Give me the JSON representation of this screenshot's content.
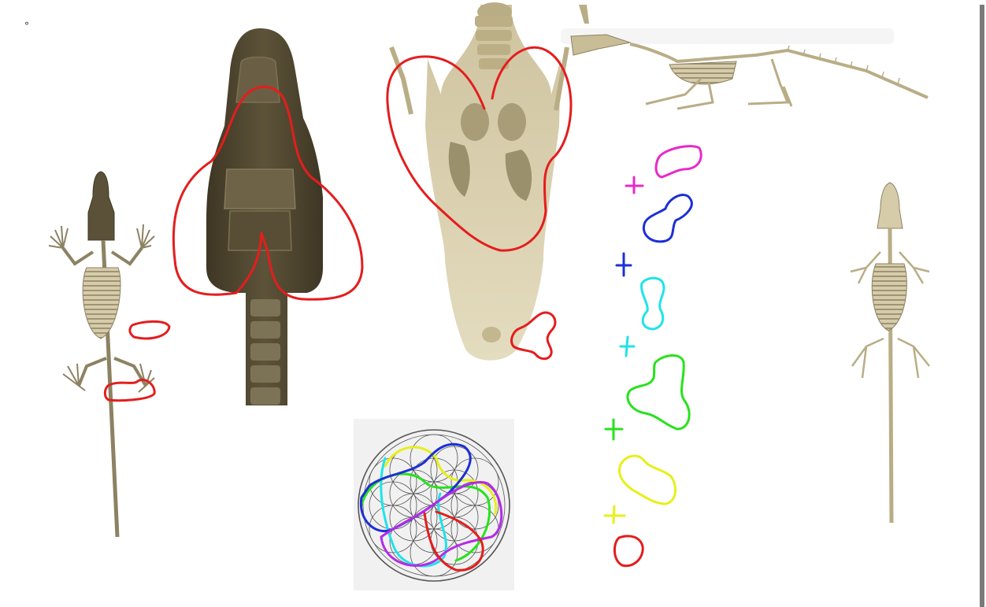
{
  "page": {
    "background": "#ffffff",
    "corner_mark": "°"
  },
  "colors": {
    "bone_light": "#d7ccaa",
    "bone_mid": "#b9ad86",
    "bone_dark": "#8c8263",
    "skull_dark": "#5b5138",
    "skull_dark2": "#433b27",
    "red": "#e41d1d",
    "magenta": "#e72ac9",
    "blue": "#1c2fd6",
    "cyan": "#1fe3ea",
    "green": "#27e21c",
    "yellow": "#e6f01a",
    "purple": "#b42aea",
    "scrollbar": "#7a7a7a"
  },
  "legend": {
    "marks": [
      {
        "symbol": "+",
        "color": "magenta"
      },
      {
        "symbol": "+",
        "color": "blue"
      },
      {
        "symbol": "+",
        "color": "cyan"
      },
      {
        "symbol": "+",
        "color": "green"
      },
      {
        "symbol": "+",
        "color": "yellow"
      }
    ]
  },
  "images": [
    {
      "name": "croc-skeleton-top-left",
      "icon": "crocodile-skeleton-icon"
    },
    {
      "name": "skull-dark-closeup",
      "icon": "skull-icon"
    },
    {
      "name": "skull-light-closeup",
      "icon": "skull-icon"
    },
    {
      "name": "croc-skeleton-side",
      "icon": "crocodile-skeleton-icon"
    },
    {
      "name": "croc-skeleton-top-right",
      "icon": "crocodile-skeleton-icon"
    },
    {
      "name": "flower-of-life-diagram",
      "icon": "flower-of-life-icon"
    }
  ]
}
